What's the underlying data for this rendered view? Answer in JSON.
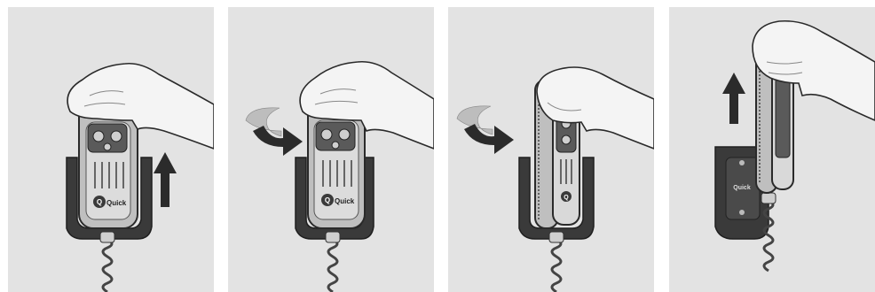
{
  "brand": {
    "logo_text": "Quick",
    "logo_glyph": "Q"
  },
  "steps": [
    {
      "id": 1,
      "action": "push-up",
      "arrow": "arrow-up-icon"
    },
    {
      "id": 2,
      "action": "rotate-right",
      "arrow": "curved-arrow-right-icon"
    },
    {
      "id": 3,
      "action": "rotate-right",
      "arrow": "curved-arrow-right-icon"
    },
    {
      "id": 4,
      "action": "lift-out",
      "arrow": "arrow-up-icon"
    }
  ],
  "colors": {
    "panel_bg": "#e3e3e3",
    "outline": "#2a2a2a",
    "remote_body": "#bfbfbf",
    "remote_face": "#d9d9d9",
    "holder": "#3a3a3a",
    "skin": "#f4f4f4",
    "arrow": "#2b2b2b"
  }
}
